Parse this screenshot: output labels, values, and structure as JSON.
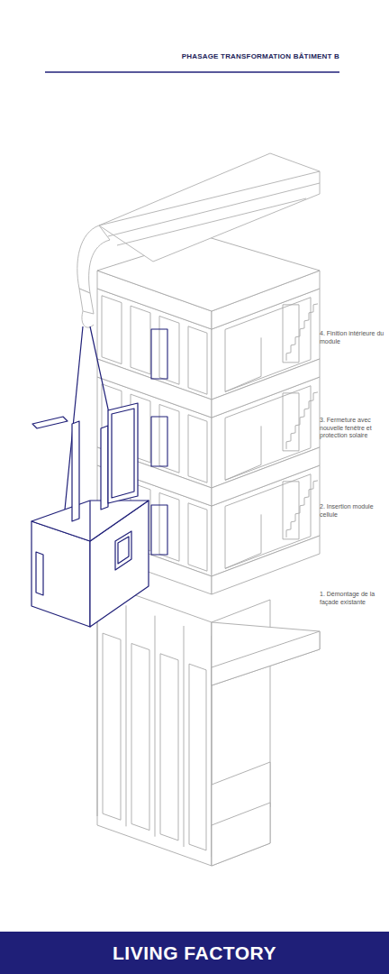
{
  "diagram": {
    "title": "PHASAGE TRANSFORMATION BÂTIMENT  B",
    "nodes": [
      {
        "text": [
          "LIVING FACTORY"
        ]
      }
    ],
    "labels": [
      "4. Finition intérieure du module",
      "3. Fermeture avec nouvelle fenêtre et protection solaire",
      "2. Insertion module cellule",
      "1. Démontage de la façade existante"
    ]
  }
}
